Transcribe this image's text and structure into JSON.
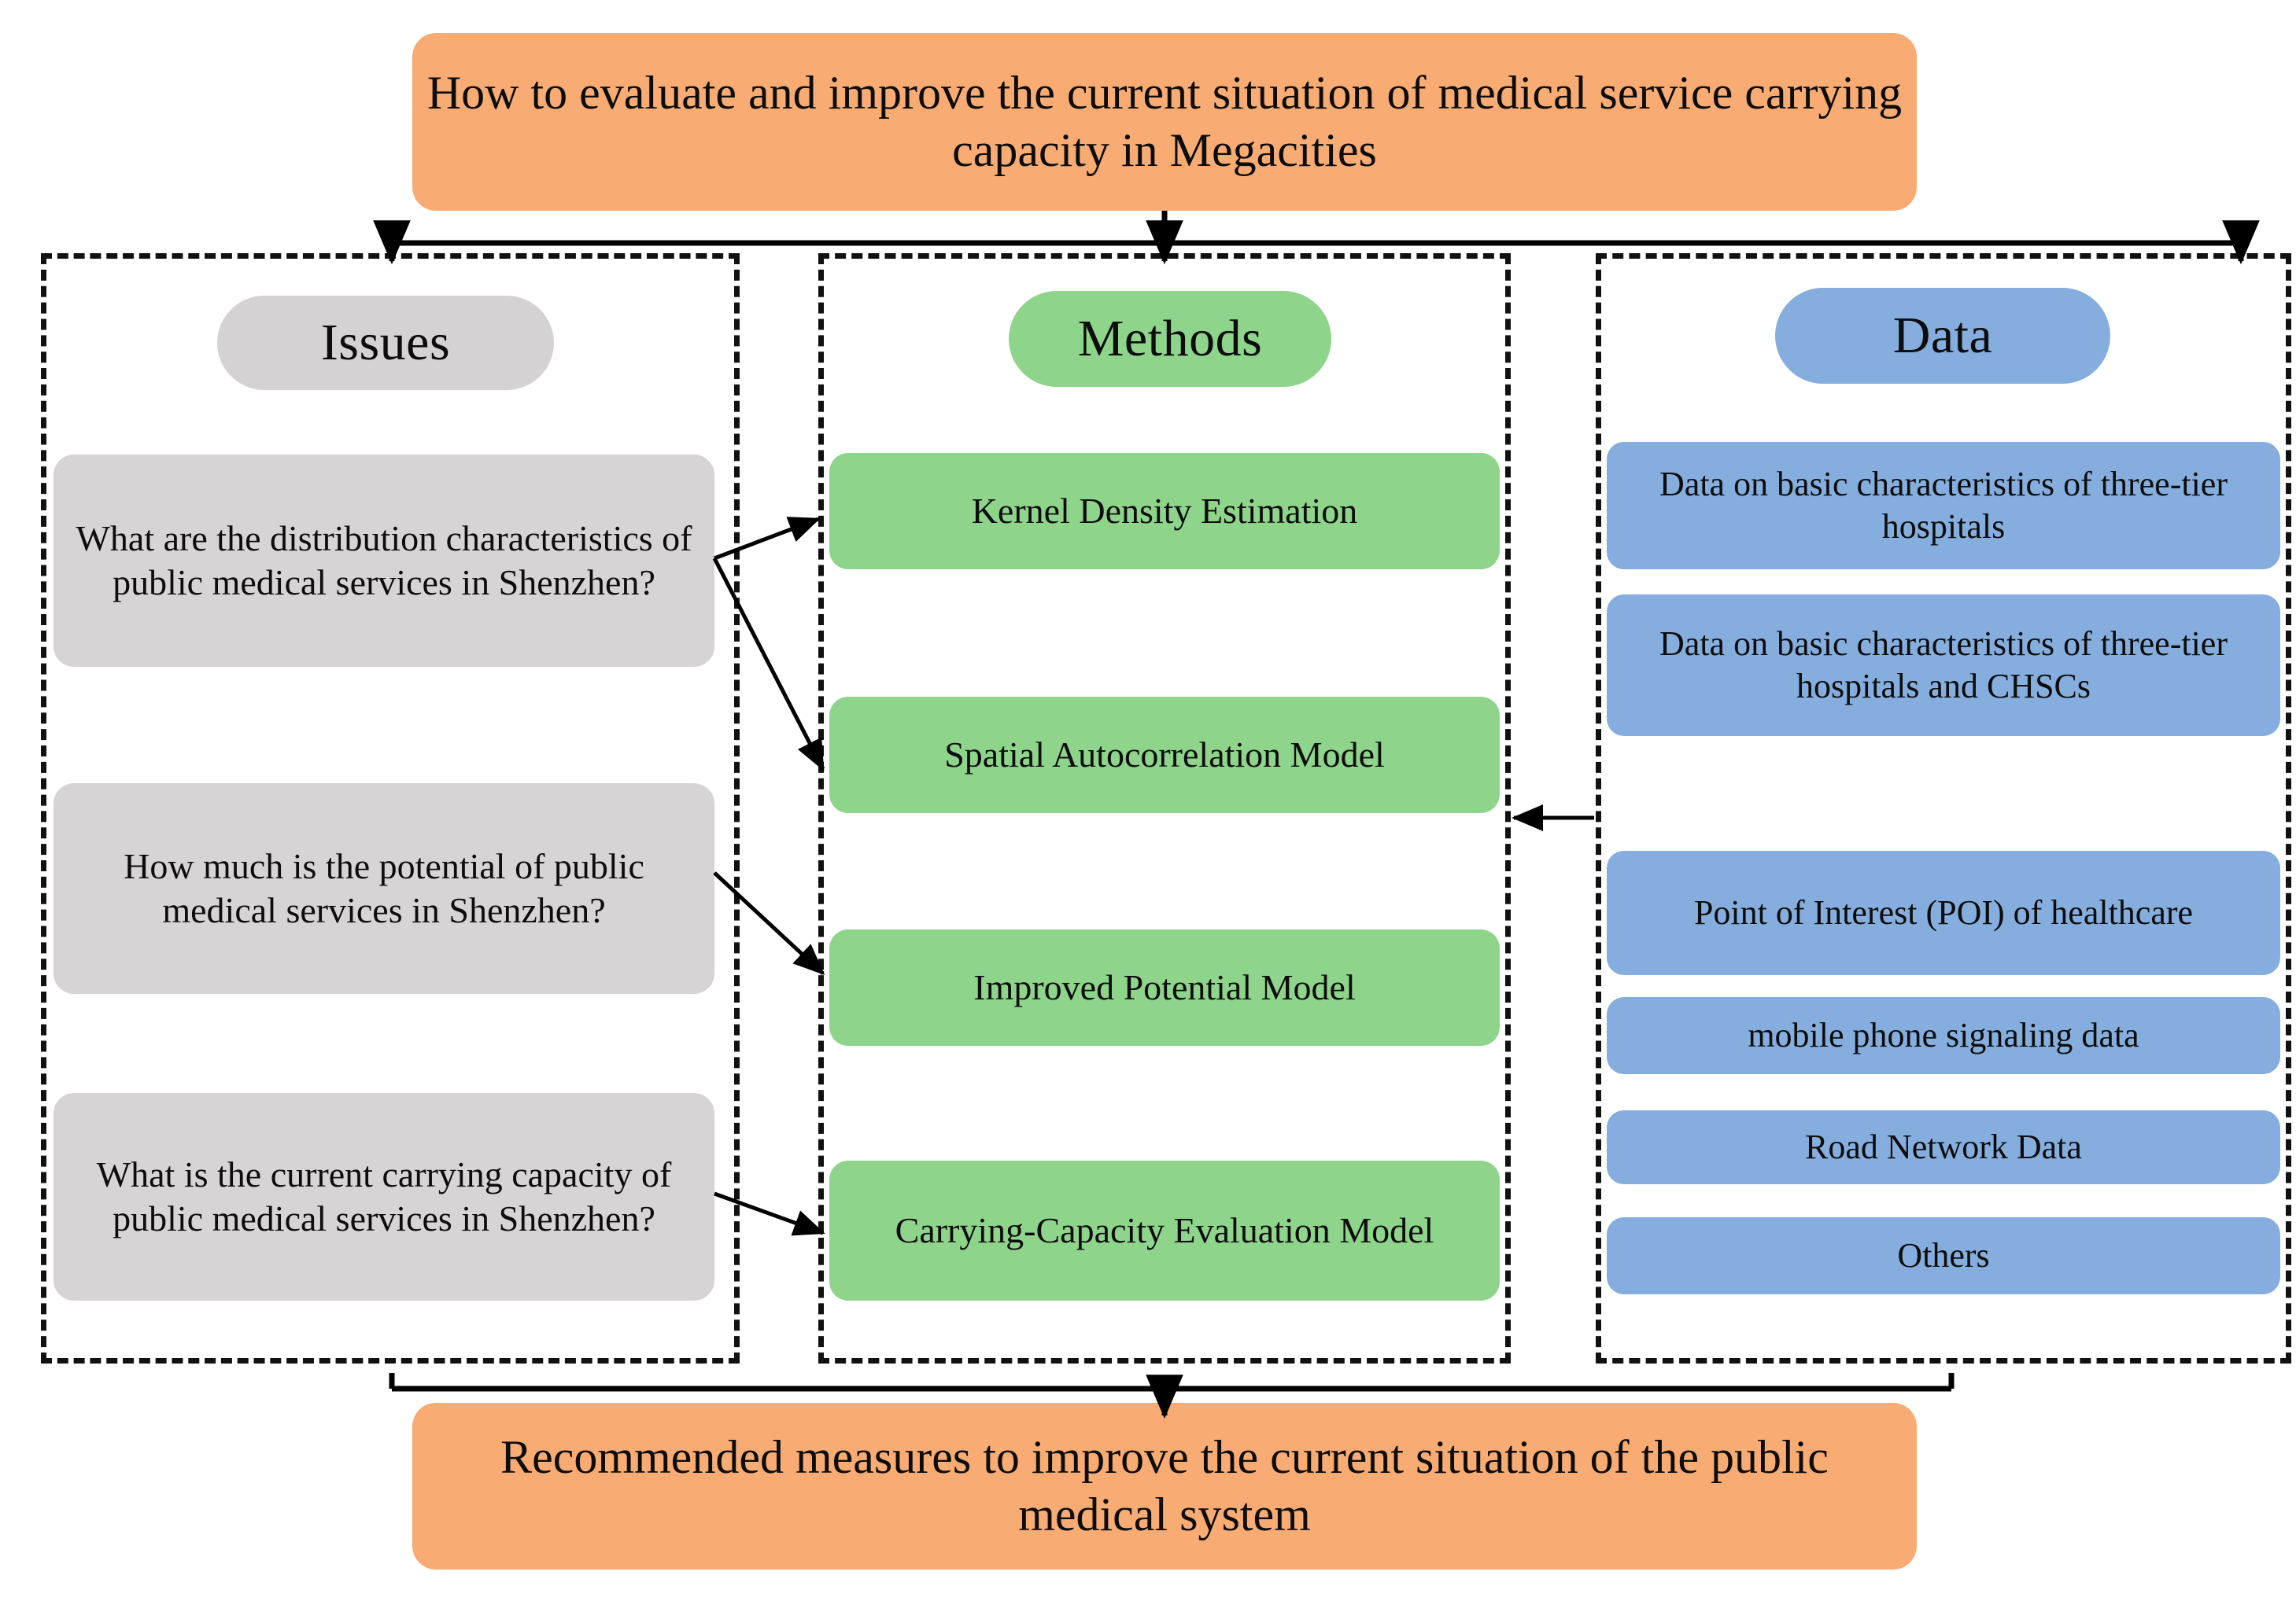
{
  "title": {
    "text": "How to evaluate and improve the current situation of medical service carrying capacity in Megacities"
  },
  "conclusion": {
    "text": "Recommended measures to improve the current situation of the public medical system"
  },
  "columns": {
    "issues": {
      "header": "Issues",
      "color": "#d6d4d4",
      "items": [
        {
          "label": "What are the distribution characteristics of public medical services in Shenzhen?"
        },
        {
          "label": "How much is the potential of public medical services in Shenzhen?"
        },
        {
          "label": "What is the current carrying capacity of public medical services in Shenzhen?"
        }
      ]
    },
    "methods": {
      "header": "Methods",
      "color": "#8ed48b",
      "items": [
        {
          "label": "Kernel Density Estimation"
        },
        {
          "label": "Spatial Autocorrelation Model"
        },
        {
          "label": "Improved Potential Model"
        },
        {
          "label": "Carrying-Capacity Evaluation Model"
        }
      ]
    },
    "data": {
      "header": "Data",
      "color": "#85aede",
      "items": [
        {
          "label": "Data on basic characteristics of three-tier hospitals"
        },
        {
          "label": "Data on basic characteristics of three-tier hospitals and CHSCs"
        },
        {
          "label": "Point of Interest (POI) of healthcare"
        },
        {
          "label": "mobile phone signaling data"
        },
        {
          "label": "Road Network Data"
        },
        {
          "label": "Others"
        }
      ]
    }
  },
  "connections": [
    {
      "from": "title",
      "to": "panel-issues"
    },
    {
      "from": "title",
      "to": "panel-methods"
    },
    {
      "from": "title",
      "to": "panel-data"
    },
    {
      "from": "issue-0",
      "to": "method-0"
    },
    {
      "from": "issue-0",
      "to": "method-1"
    },
    {
      "from": "issue-1",
      "to": "method-2"
    },
    {
      "from": "issue-2",
      "to": "method-3"
    },
    {
      "from": "panel-data",
      "to": "method-1"
    },
    {
      "from": "panel-issues",
      "to": "conclusion"
    },
    {
      "from": "panel-methods",
      "to": "conclusion"
    },
    {
      "from": "panel-data",
      "to": "conclusion"
    }
  ],
  "palette": {
    "banner": "#f8ac74",
    "issue": "#d6d4d4",
    "method": "#8ed48b",
    "data": "#85aede",
    "stroke": "#000000",
    "background": "#ffffff"
  }
}
